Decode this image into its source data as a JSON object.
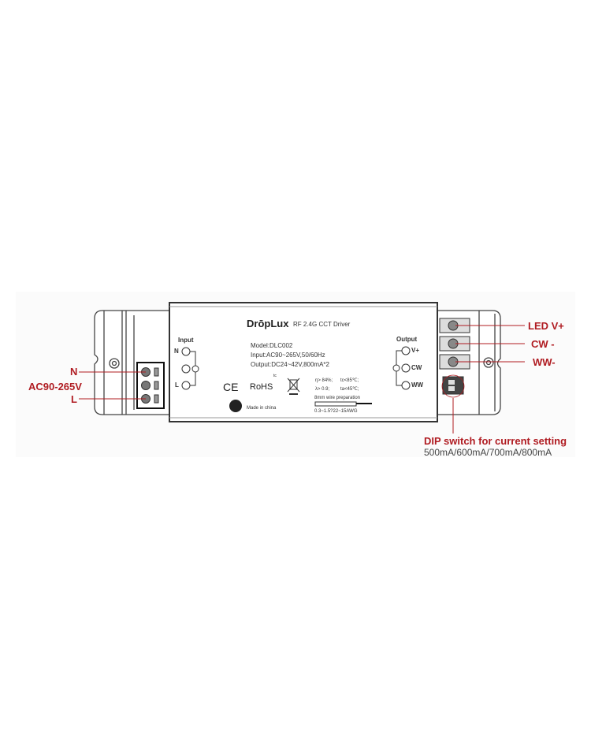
{
  "brand": "DrōpLux",
  "product": "RF 2.4G CCT Driver",
  "label": {
    "model": "Model:DLC002",
    "input": "Input:AC90~265V,50/60Hz",
    "output": "Output:DC24~42V,800mA*2",
    "ce": "CE",
    "rohs": "RoHS",
    "tc_mark": "tc",
    "efficiency": "η> 84%;",
    "tc": "tc<85℃;",
    "pf": "λ> 0.9;",
    "ta": "ta<45℃;",
    "wire_prep": "8mm wire preparation",
    "wire_gauge": "0.3~1.5?22~15AWG",
    "made_in": "Made in china"
  },
  "input_block": {
    "title": "Input",
    "n": "N",
    "l": "L"
  },
  "output_block": {
    "title": "Output",
    "vplus": "V+",
    "cw": "CW",
    "ww": "WW"
  },
  "callouts": {
    "n": "N",
    "ac": "AC90-265V",
    "l": "L",
    "led_vplus": "LED V+",
    "cw": "CW -",
    "ww": "WW-",
    "dip_title": "DIP switch for current setting",
    "dip_values": "500mA/600mA/700mA/800mA"
  },
  "colors": {
    "accent": "#b01c22"
  }
}
